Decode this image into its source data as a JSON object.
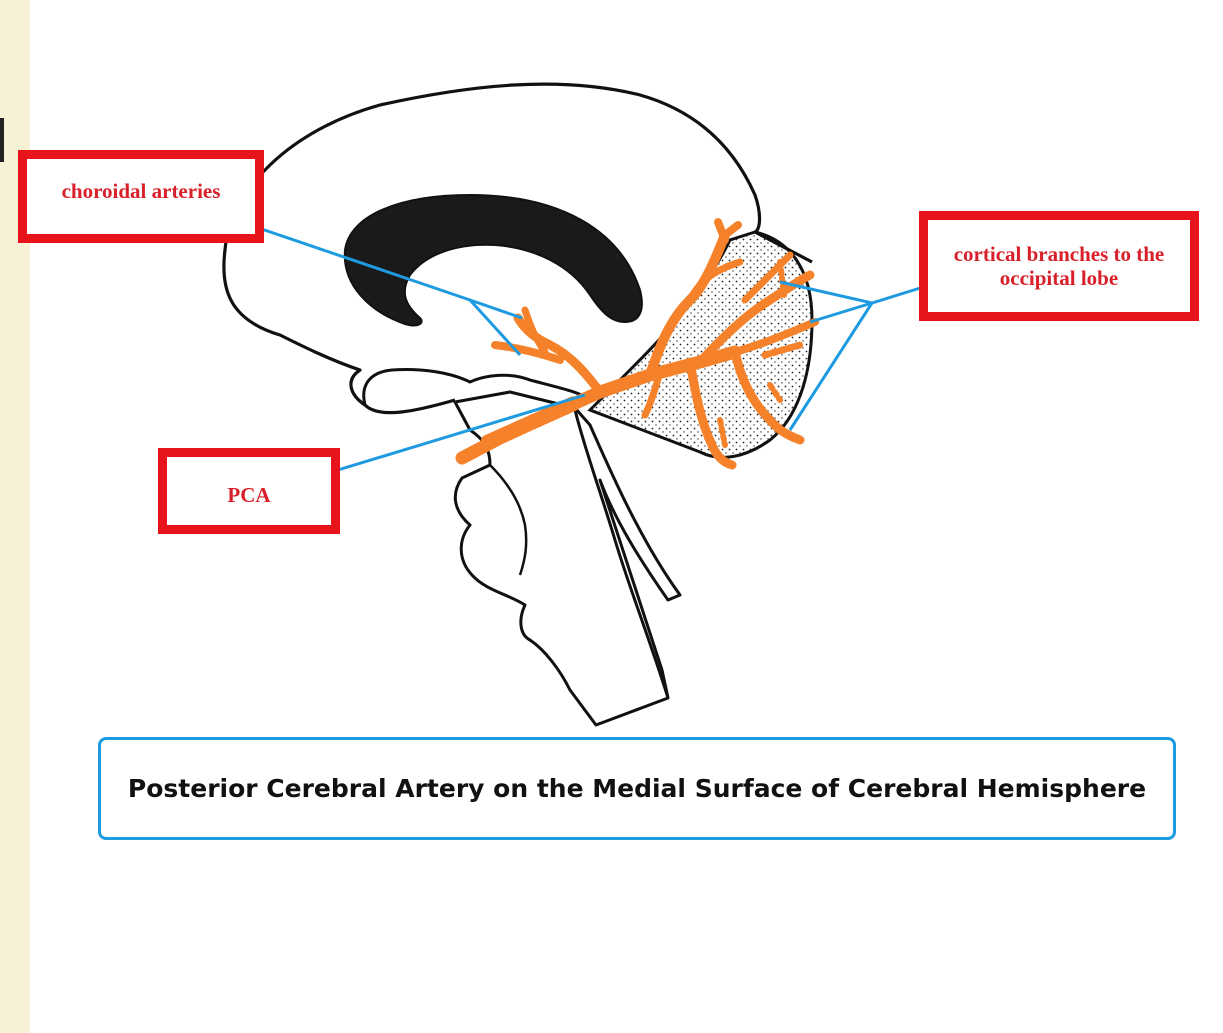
{
  "labels": {
    "choroidal": "choroidal arteries",
    "cortical_line1": "cortical branches to the",
    "cortical_line2": "occipital lobe",
    "pca": "PCA"
  },
  "caption": "Posterior Cerebral Artery on the Medial Surface of Cerebral Hemisphere",
  "colors": {
    "label_box_border": "#e8141b",
    "label_text": "#d8202a",
    "leader_line": "#1e9be0",
    "artery": "#f5822a",
    "outline": "#111111",
    "caption_border": "#1e9be0",
    "margin_background": "#f7f1d6"
  }
}
